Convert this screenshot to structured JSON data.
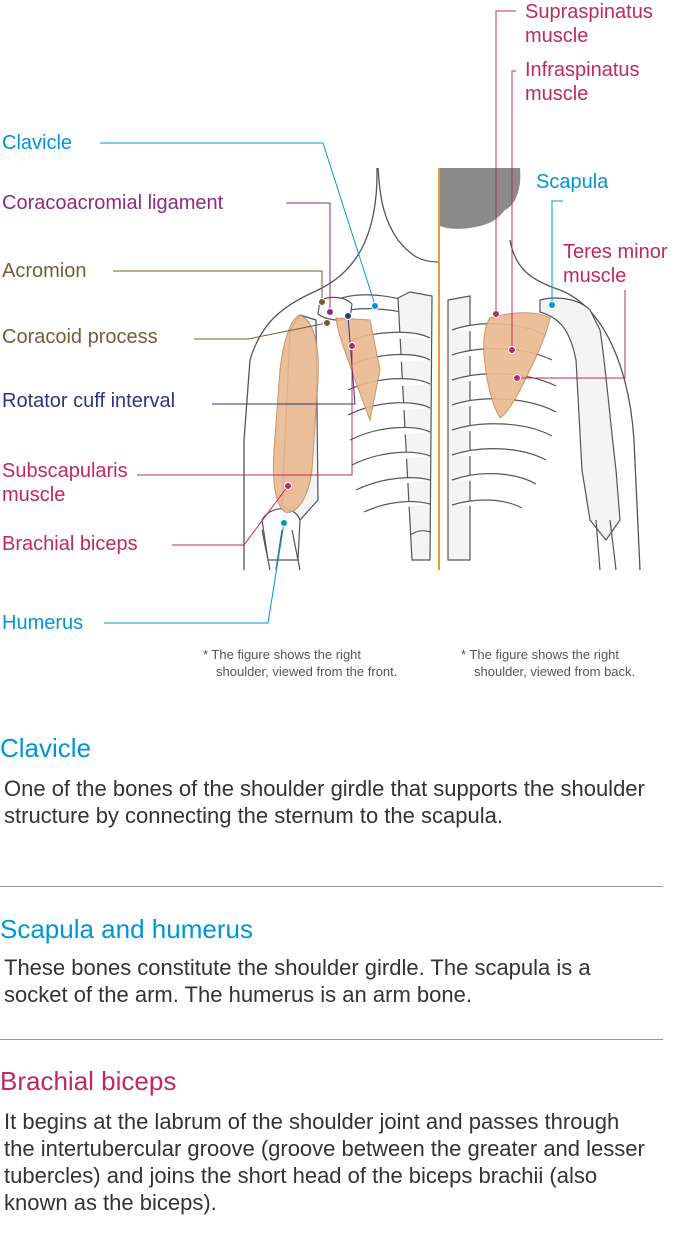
{
  "labels": {
    "clavicle": "Clavicle",
    "coracoacromial": "Coracoacromial ligament",
    "acromion": "Acromion",
    "coracoid": "Coracoid process",
    "rotator": "Rotator cuff interval",
    "subscapularis": "Subscapularis muscle",
    "biceps": "Brachial biceps",
    "humerus": "Humerus",
    "supraspinatus": "Supraspinatus muscle",
    "infraspinatus": "Infraspinatus muscle",
    "scapula": "Scapula",
    "teres": "Teres minor muscle"
  },
  "notes": {
    "front_1": "* The figure shows the right",
    "front_2": "shoulder, viewed from the front.",
    "back_1": "* The figure shows the right",
    "back_2": "shoulder, viewed from back."
  },
  "sections": [
    {
      "title": "Clavicle",
      "body": "One of the bones of the shoulder girdle that supports the shoulder structure by connecting the sternum to the scapula."
    },
    {
      "title": "Scapula and humerus",
      "body": "These bones constitute the shoulder girdle. The scapula is a socket of the arm. The humerus is an arm bone."
    },
    {
      "title": "Brachial biceps",
      "body": "It begins at the labrum of the shoulder joint and passes through the intertubercular groove (groove between the greater and lesser tubercles) and joins the short head of the biceps brachii (also known as the biceps)."
    }
  ],
  "colors": {
    "blue": "#0096d6",
    "purple": "#8c2a86",
    "brown": "#7a5a38",
    "navy": "#2b3683",
    "red": "#c0295c",
    "muscle": "#e8b98f",
    "midline": "#e0a030"
  }
}
